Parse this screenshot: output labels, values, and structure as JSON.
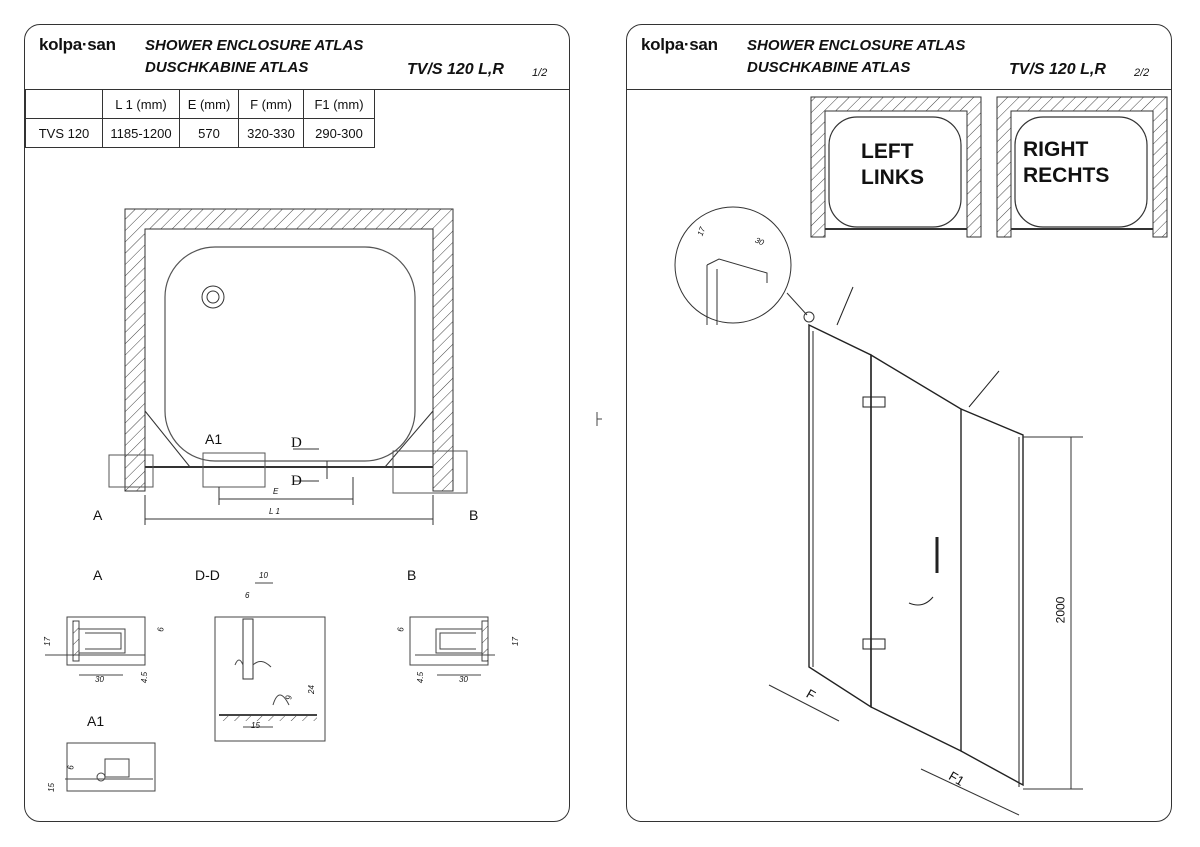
{
  "brand": "kolpa·san",
  "sheets": [
    {
      "title_line1": "SHOWER ENCLOSURE ATLAS",
      "title_line2": "DUSCHKABINE  ATLAS",
      "model": "TV/S 120 L,R",
      "page": "1/2",
      "table": {
        "headers": [
          "",
          "L 1 (mm)",
          "E (mm)",
          "F (mm)",
          "F1 (mm)"
        ],
        "rows": [
          [
            "TVS 120",
            "1185-1200",
            "570",
            "320-330",
            "290-300"
          ]
        ]
      },
      "plan_labels": {
        "a1": "A1",
        "a": "A",
        "b": "B",
        "d": "D",
        "e": "E",
        "l1": "L 1"
      },
      "detail_labels": {
        "a": "A",
        "dd": "D-D",
        "b": "B",
        "a1": "A1"
      },
      "dims": {
        "a": [
          "17",
          "6",
          "30",
          "4.5"
        ],
        "dd": [
          "10",
          "6",
          "24",
          "9",
          "15"
        ],
        "b": [
          "6",
          "17",
          "4.5",
          "30"
        ],
        "a1": [
          "6",
          "15"
        ]
      }
    },
    {
      "title_line1": "SHOWER ENCLOSURE ATLAS",
      "title_line2": "DUSCHKABINE  ATLAS",
      "model": "TV/S 120 L,R",
      "page": "2/2",
      "left_label": [
        "LEFT",
        "LINKS"
      ],
      "right_label": [
        "RIGHT",
        "RECHTS"
      ],
      "detail_dims": [
        "17",
        "30"
      ],
      "height_dim": "2000",
      "f_label": "F",
      "f1_label": "F1"
    }
  ]
}
